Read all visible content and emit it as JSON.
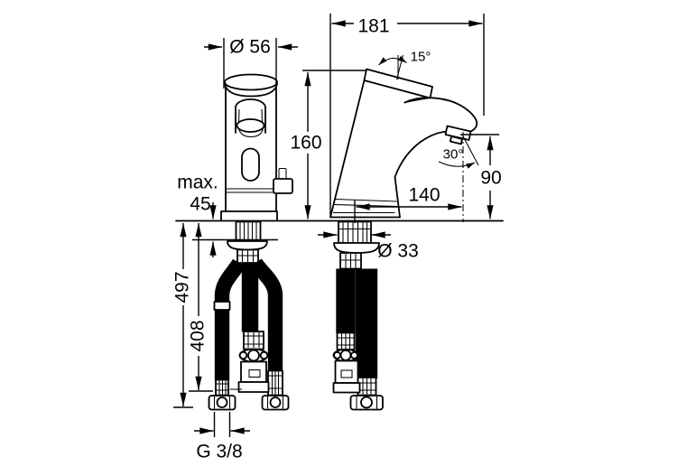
{
  "drawing": {
    "kind": "faucet technical dimension drawing",
    "colors": {
      "line": "#000000",
      "background": "#ffffff"
    },
    "labels": {
      "cap_diameter": "Ø 56",
      "depth": "181",
      "top_angle": "15°",
      "height": "160",
      "spray_angle": "30°",
      "outlet_height": "90",
      "reach": "140",
      "max_label": "max.",
      "max_value": "45",
      "shank_diameter": "Ø 33",
      "length_total": "497",
      "length_hose": "408",
      "thread": "G 3/8"
    }
  }
}
